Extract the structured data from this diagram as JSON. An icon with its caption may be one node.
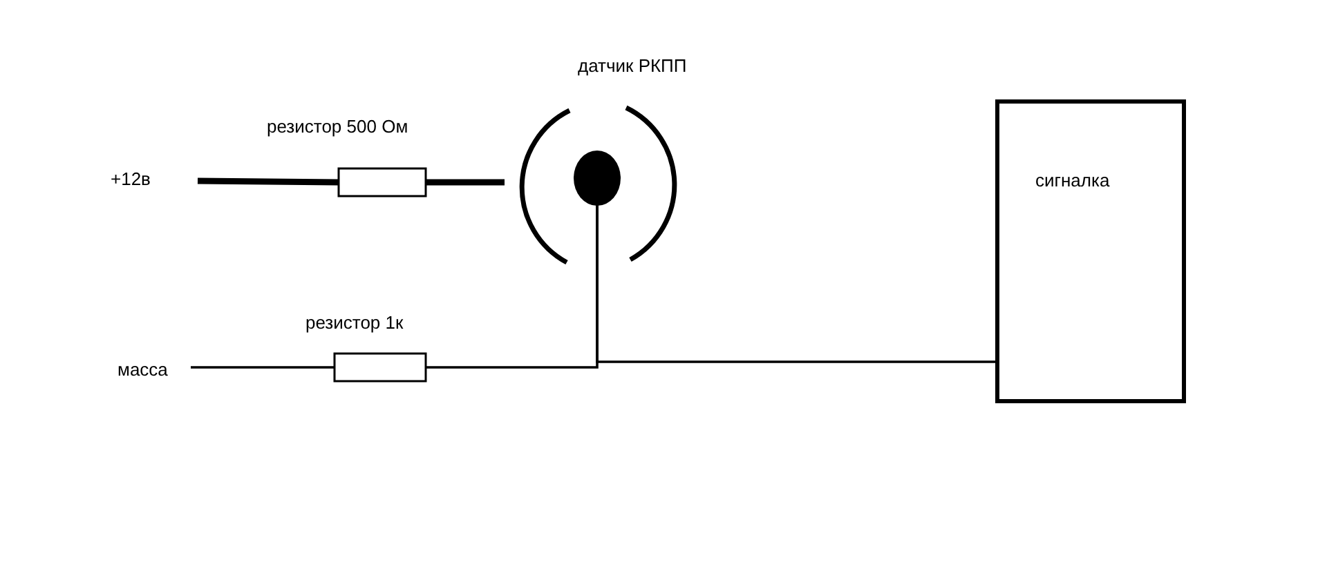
{
  "diagram": {
    "nodes": [
      {
        "text": [
          "+12в"
        ]
      },
      {
        "text": [
          "резистор 500  Ом"
        ]
      },
      {
        "text": [
          "датчик РКПП"
        ]
      },
      {
        "text": [
          "масса"
        ]
      },
      {
        "text": [
          "резистор 1к"
        ]
      },
      {
        "text": [
          "сигналка"
        ]
      }
    ],
    "edges": [
      {
        "from": 0,
        "to": 1,
        "arrow": "none",
        "style": "thick"
      },
      {
        "from": 1,
        "to": 2,
        "arrow": "none",
        "style": "thick"
      },
      {
        "from": 2,
        "to": 4,
        "arrow": "none"
      },
      {
        "from": 2,
        "to": 5,
        "arrow": "none"
      },
      {
        "from": 3,
        "to": 4,
        "arrow": "none"
      }
    ]
  }
}
